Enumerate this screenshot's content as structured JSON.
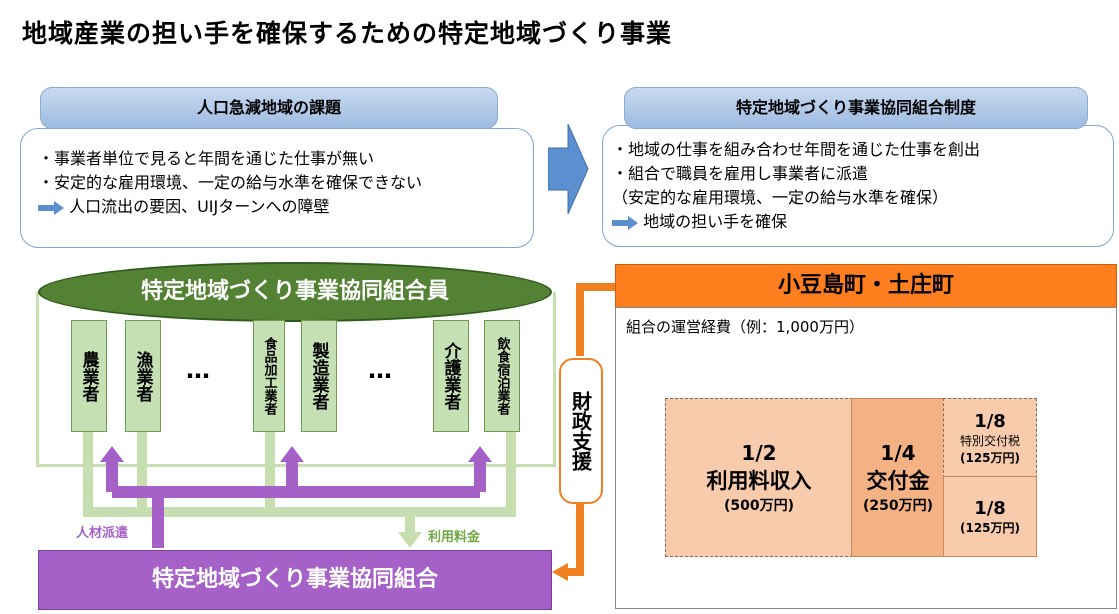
{
  "title": "地域産業の担い手を確保するための特定地域づくり事業",
  "left_panel": {
    "heading": "人口急減地域の課題",
    "lines": [
      "・事業者単位で見ると年間を通じた仕事が無い",
      "・安定的な雇用環境、一定の給与水準を確保できない"
    ],
    "result": "人口流出の要因、UIJターンへの障壁"
  },
  "right_panel": {
    "heading": "特定地域づくり事業協同組合制度",
    "lines": [
      "・地域の仕事を組み合わせ年間を通じた仕事を創出",
      "・組合で職員を雇用し事業者に派遣",
      "（安定的な雇用環境、一定の給与水準を確保）"
    ],
    "result": "地域の担い手を確保"
  },
  "members": {
    "heading": "特定地域づくり事業協同組合員",
    "industries": [
      "農業者",
      "漁業者",
      "食品加工業者",
      "製造業者",
      "介護業者",
      "飲食宿泊業者"
    ],
    "ellipsis": "…"
  },
  "flows": {
    "dispatch": "人材派遣",
    "fee": "利用料金"
  },
  "cooperative": "特定地域づくり事業協同組合",
  "town": {
    "name": "小豆島町・土庄町",
    "cost_caption": "組合の運営経費（例：1,000万円）",
    "financial_support": "財政支援"
  },
  "cost_breakdown": {
    "usage": {
      "fraction": "1/2",
      "label": "利用料収入",
      "amount": "(500万円)"
    },
    "grant": {
      "fraction": "1/4",
      "label": "交付金",
      "amount": "(250万円)"
    },
    "special_tax": {
      "fraction": "1/8",
      "label": "特別交付税",
      "amount": "(125万円)"
    },
    "other": {
      "fraction": "1/8",
      "amount": "(125万円)"
    }
  },
  "colors": {
    "panel_header": "#9dbbe1",
    "arrow_blue": "#5b8fd0",
    "member_green": "#548235",
    "industry_green": "#c5e0b3",
    "cooperative_purple": "#a661c8",
    "town_orange": "#ff7f1e",
    "cost_light": "#f8cbad",
    "cost_mid": "#f4b183"
  }
}
